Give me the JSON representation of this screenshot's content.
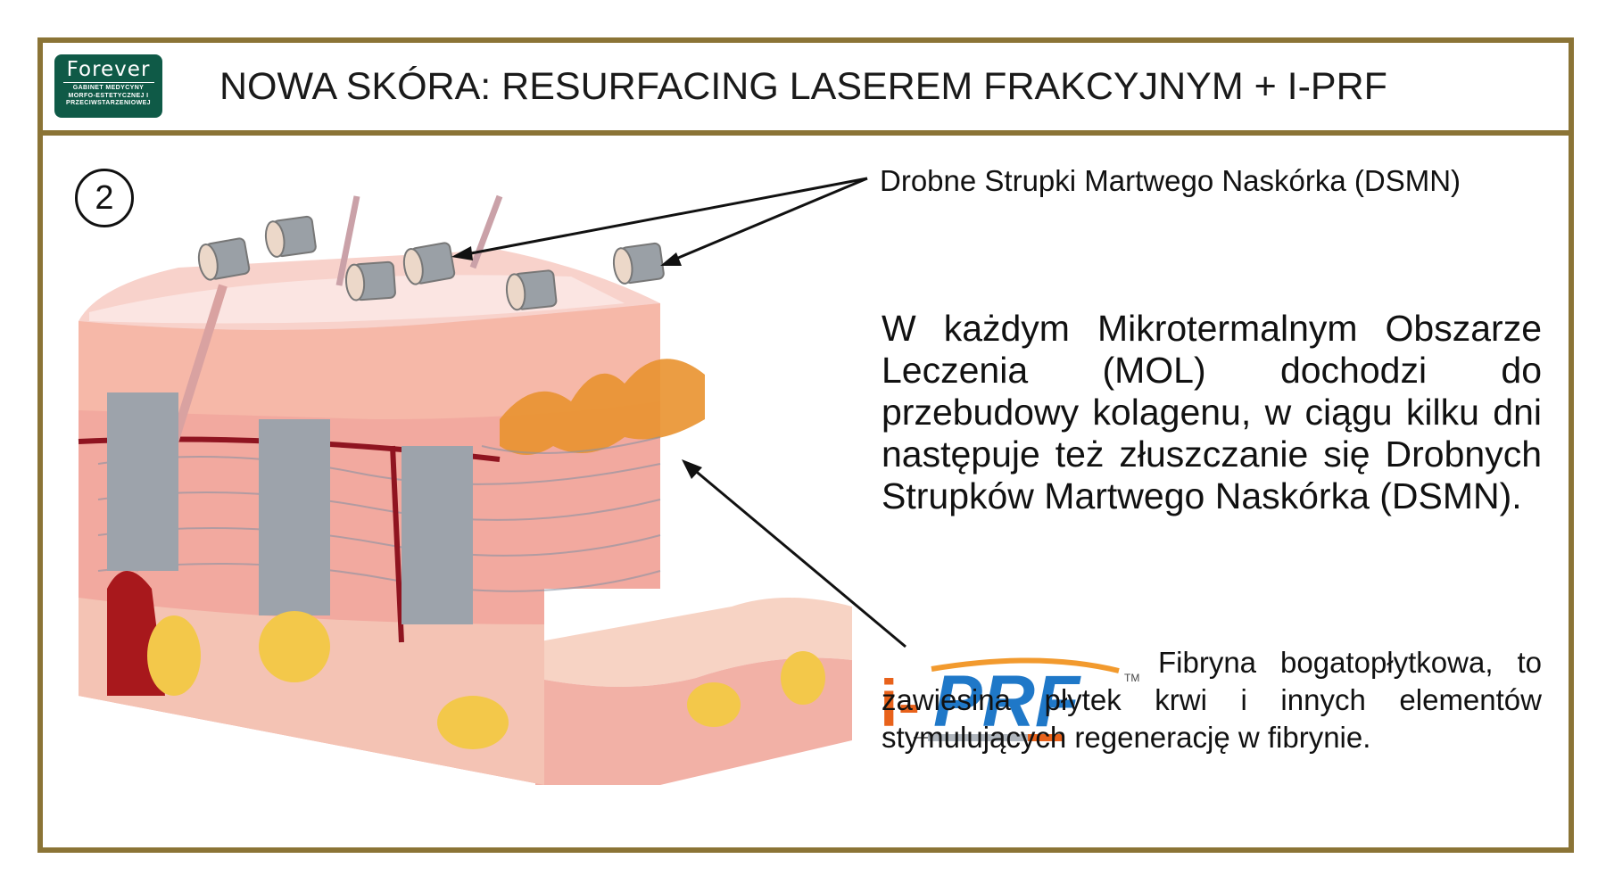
{
  "header": {
    "logo": {
      "brand": "Forever",
      "line1": "GABINET MEDYCYNY",
      "line2": "MORFO-ESTETYCZNEJ I",
      "line3": "PRZECIWSTARZENIOWEJ"
    },
    "title": "NOWA SKÓRA: RESURFACING LASEREM FRAKCYJNYM + I-PRF"
  },
  "step_number": "2",
  "callout_label": "Drobne Strupki Martwego Naskórka (DSMN)",
  "main_paragraph": "W każdym Mikrotermalnym Obszarze Leczenia (MOL) dochodzi do przebudowy kolagenu, w ciągu kilku dni następuje też złuszczanie się Drobnych Strupków Martwego Naskórka (DSMN).",
  "iprf": {
    "logo_i": "i-",
    "logo_prf": "PRF",
    "logo_tm": "TM",
    "description": "Fibryna bogatopłytkowa, to zawiesina płytek krwi i innych elementów stymulujących regenerację w fibrynie."
  },
  "colors": {
    "frame": "#8b7436",
    "logo_bg": "#0f5a47",
    "prf_blue": "#1f78c8",
    "prf_orange": "#e8621b",
    "skin_top": "#f6c0b8",
    "dermis": "#f0a89e",
    "fat": "#f3c84a",
    "column": "#9da3ab"
  }
}
